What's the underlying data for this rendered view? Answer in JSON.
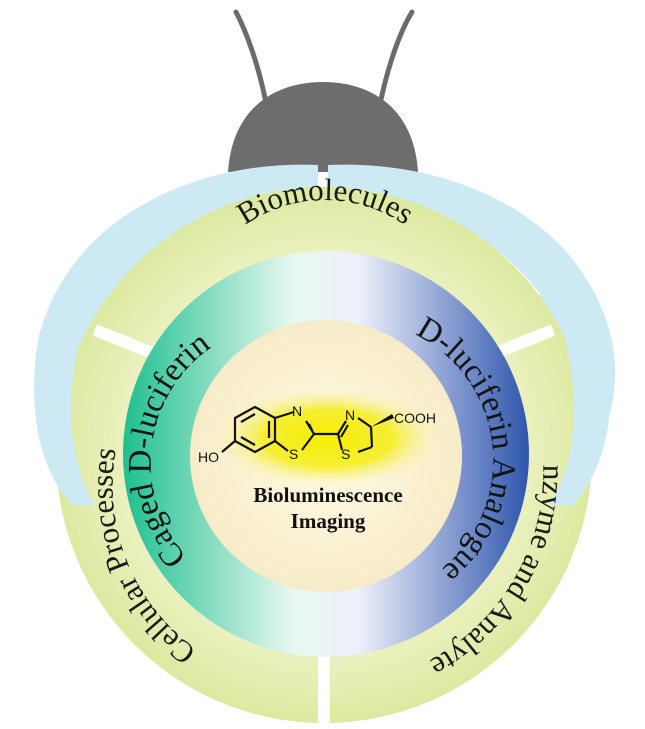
{
  "outer_ring": {
    "top": "Biomolecules",
    "left": "Cellular Processes",
    "right": "Enzyme and Analytes"
  },
  "inner_band": {
    "left": "Caged D-luciferin",
    "right": "D-luciferin Analogues"
  },
  "center": {
    "title_line1": "Bioluminescence",
    "title_line2": "Imaging"
  },
  "molecule": {
    "label_ho": "HO",
    "label_n1": "N",
    "label_s1": "S",
    "label_n2": "N",
    "label_s2": "S",
    "label_cooh": "COOH"
  },
  "colors": {
    "wing": "#cdeaf4",
    "outer_ring": "#e4eeb0",
    "head": "#6d6d6d",
    "band_green": "#29c496",
    "band_blue": "#3b5fb6",
    "center_fill": "#fbf2d4",
    "highlight": "#f3ea10"
  }
}
